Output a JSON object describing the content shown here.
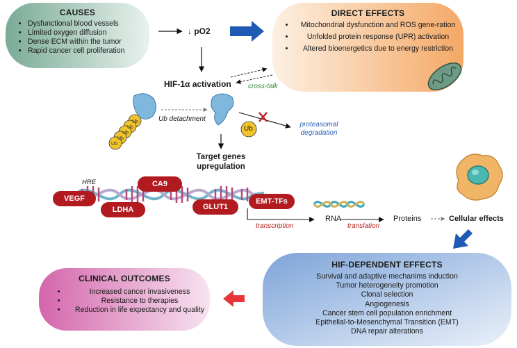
{
  "causes": {
    "title": "CAUSES",
    "items": [
      "Dysfunctional blood vessels",
      "Limited oxygen diffusion",
      "Dense ECM within the tumor",
      "Rapid cancer cell proliferation"
    ]
  },
  "po2_label": "↓ pO2",
  "direct_effects": {
    "title": "DIRECT EFFECTS",
    "items": [
      "Mitochondrial  dysfunction and ROS gene-ration",
      "Unfolded protein response (UPR) activation",
      "Altered bioenergetics due to energy restriction"
    ]
  },
  "hif_activation": "HIF-1α activation",
  "cross_talk": "cross-talk",
  "ub_detachment": "Ub detachment",
  "ub_label": "Ub",
  "proteasomal": "proteasomal degradation",
  "target_genes": "Target genes upregulation",
  "hre": "HRE",
  "genes": [
    "VEGF",
    "LDHA",
    "CA9",
    "GLUT1",
    "EMT-TFs"
  ],
  "transcription": "transcription",
  "rna": "RNA",
  "translation": "translation",
  "proteins": "Proteins",
  "cellular_effects": "Cellular effects",
  "hif_dependent": {
    "title": "HIF-DEPENDENT EFFECTS",
    "items": [
      "Survival and adaptive mechanims induction",
      "Tumor heterogeneity promotion",
      "Clonal selection",
      "Angiogenesis",
      "Cancer stem cell population enrichment",
      "Epithelial-to-Mesenchymal Transition (EMT)",
      "DNA repair alterations"
    ]
  },
  "clinical_outcomes": {
    "title": "CLINICAL OUTCOMES",
    "items": [
      "Increased cancer invasiveness",
      "Resistance to therapies",
      "Reduction in life expectancy and quality"
    ]
  },
  "colors": {
    "causes_bg": "#8cb8a4",
    "direct_bg": "#f6b77e",
    "hif_bg": "#8fb0dd",
    "clinical_bg": "#d97bb6",
    "gene_red": "#b11a1f",
    "blue_arrow": "#1f5bb5",
    "red_arrow": "#e8353a",
    "italic_red": "#b3261e",
    "italic_blue": "#2b5fb3",
    "italic_green": "#3b8a3b"
  }
}
